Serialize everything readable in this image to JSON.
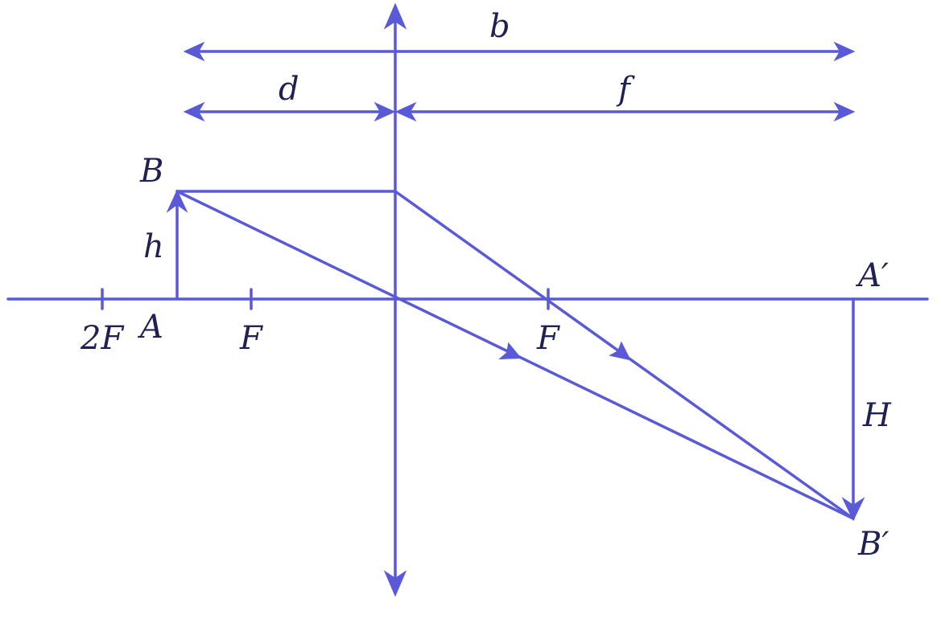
{
  "colors": {
    "line": "#5a59d8",
    "label": "#1f2150",
    "background": "#ffffff"
  },
  "labels": {
    "b": "b",
    "d": "d",
    "f": "f",
    "B": "B",
    "h": "h",
    "two_f": "2F",
    "A": "A",
    "F_left": "F",
    "F_right": "F",
    "A_prime": "A′",
    "H": "H",
    "B_prime": "B′"
  }
}
